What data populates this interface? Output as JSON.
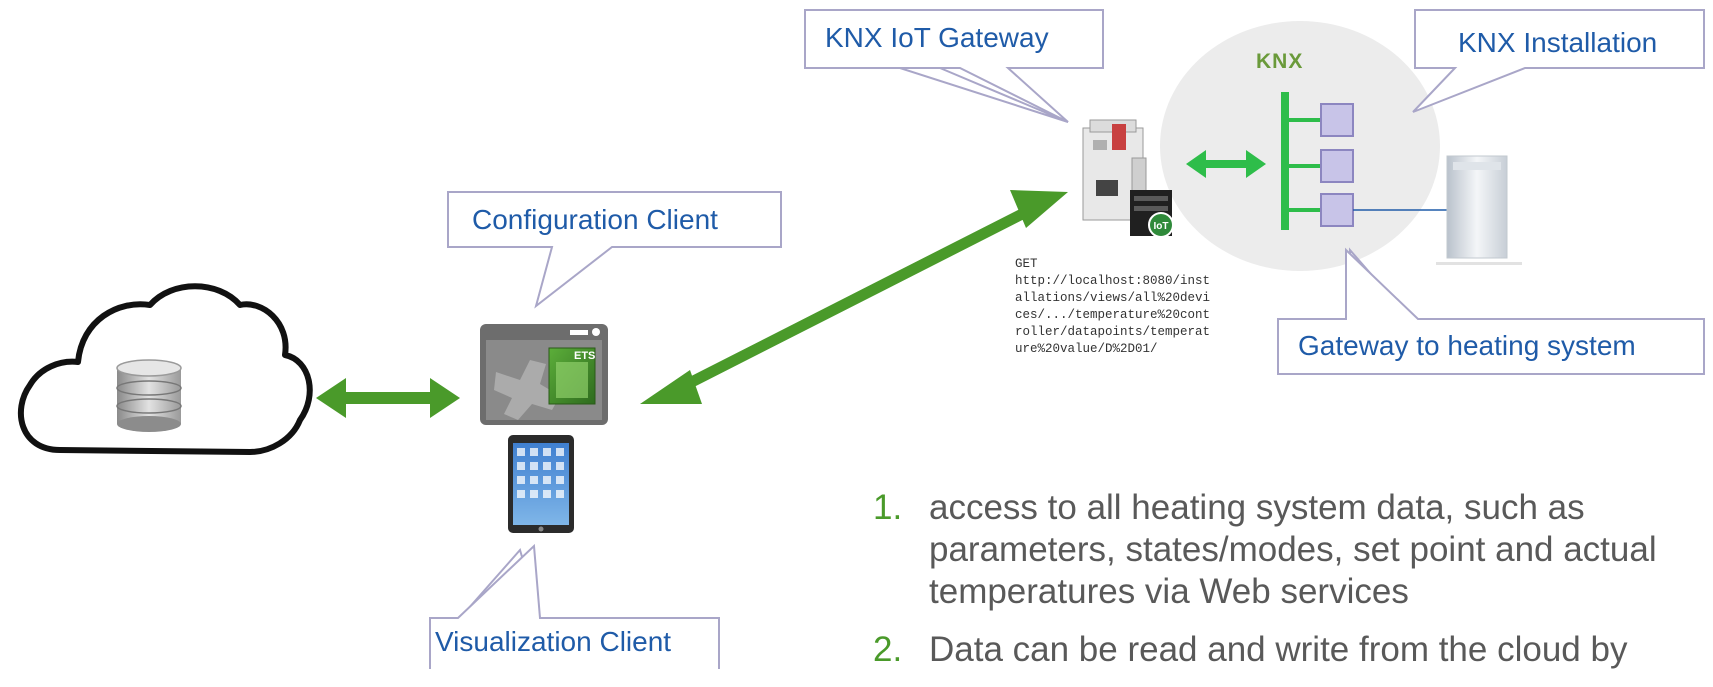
{
  "callouts": {
    "iot_gateway": "KNX IoT Gateway",
    "knx_installation": "KNX Installation",
    "configuration_client": "Configuration Client",
    "gateway_heating": "Gateway to heating system",
    "visualization_client": "Visualization Client"
  },
  "knx_logo": "KNX",
  "iot_badge": "IoT",
  "ets_label": "ETS",
  "request": {
    "method": "GET",
    "url": "http://localhost:8080/installations/views/all%20devices/.../temperature%20controller/datapoints/temperature%20value/D%2D01/"
  },
  "list": [
    {
      "num": "1.",
      "text": "access to all heating system data, such as parameters, states/modes, set point and actual temperatures via Web services"
    },
    {
      "num": "2.",
      "text": "Data can be read and write from the cloud by"
    }
  ],
  "colors": {
    "callout_text": "#1f5ba8",
    "callout_border": "#a9a6c8",
    "arrow_green": "#4a9a2a",
    "bus_green": "#2ebd4a",
    "module_fill": "#c8c4e8",
    "module_border": "#8c86c0",
    "list_number": "#4a9a2a",
    "list_text": "#595959"
  },
  "icons": [
    "cloud-icon",
    "database-icon",
    "config-client-icon",
    "tablet-icon",
    "iot-gateway-device-icon",
    "heating-boiler-icon"
  ]
}
